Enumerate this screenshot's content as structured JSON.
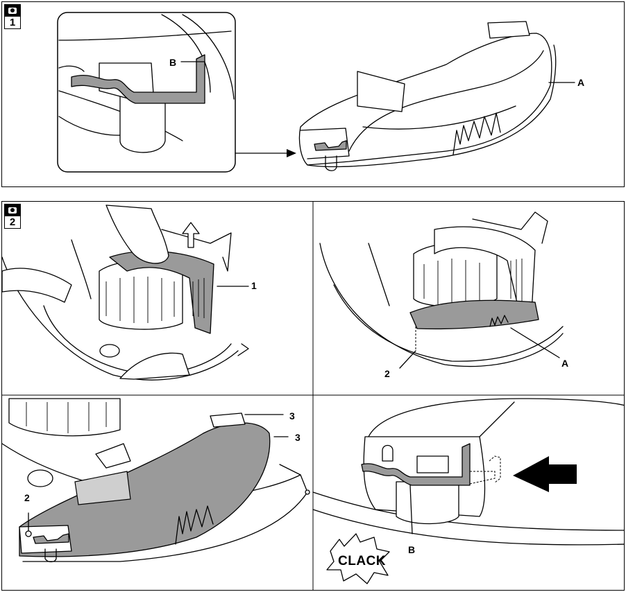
{
  "figures": [
    {
      "number": "1",
      "labels": {
        "a": "A",
        "b": "B"
      }
    },
    {
      "number": "2",
      "labels": {
        "one": "1",
        "a": "A",
        "two": "2",
        "three": "3",
        "b": "B"
      },
      "sound": "CLACK"
    }
  ],
  "icons": {
    "badge": "camera-icon",
    "arrow": "arrow-icon"
  }
}
